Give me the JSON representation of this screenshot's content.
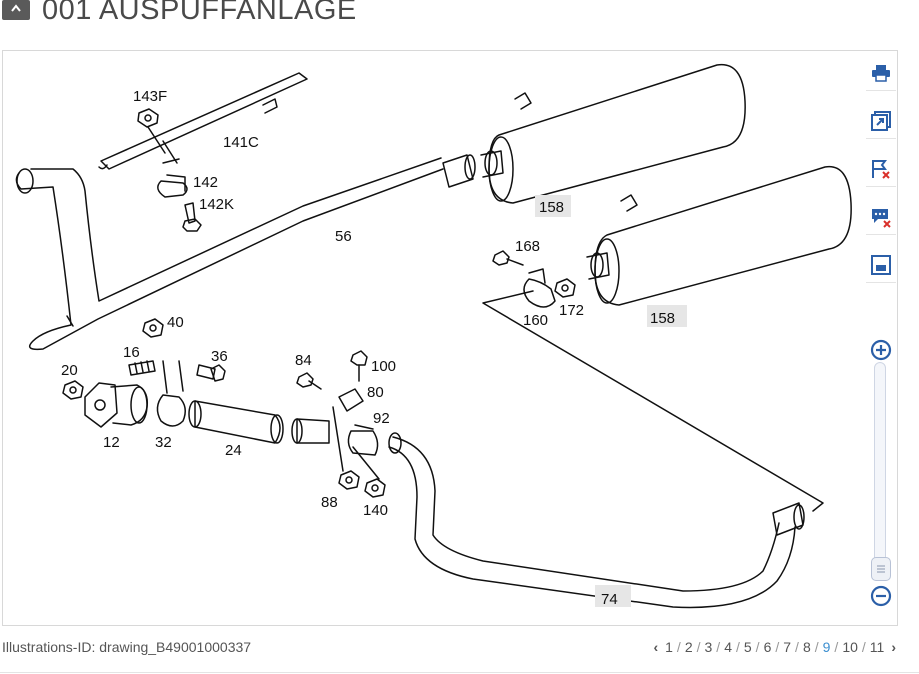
{
  "header": {
    "title": "001 AUSPUFFANLAGE"
  },
  "footer": {
    "illustration_id": "Illustrations-ID: drawing_B49001000337",
    "pages": [
      "1",
      "2",
      "3",
      "4",
      "5",
      "6",
      "7",
      "8",
      "9",
      "10",
      "11"
    ],
    "current_page": "9"
  },
  "drawing": {
    "labels": {
      "l143F": "143F",
      "l141C": "141C",
      "l142": "142",
      "l142K": "142K",
      "l56": "56",
      "l40": "40",
      "l16": "16",
      "l36": "36",
      "l20": "20",
      "l12": "12",
      "l32": "32",
      "l24": "24",
      "l84": "84",
      "l100": "100",
      "l80": "80",
      "l92": "92",
      "l88": "88",
      "l140": "140",
      "l168": "168",
      "l160": "160",
      "l172": "172",
      "l158a": "158",
      "l158b": "158",
      "l74": "74"
    }
  },
  "toolbar": {
    "icons": [
      "print-icon",
      "open-external-icon",
      "flag-remove-icon",
      "comment-remove-icon",
      "window-icon"
    ]
  },
  "colors": {
    "accent": "#2b5fa8",
    "current_page": "#3c8fd0",
    "remove_badge": "#d9302a"
  }
}
